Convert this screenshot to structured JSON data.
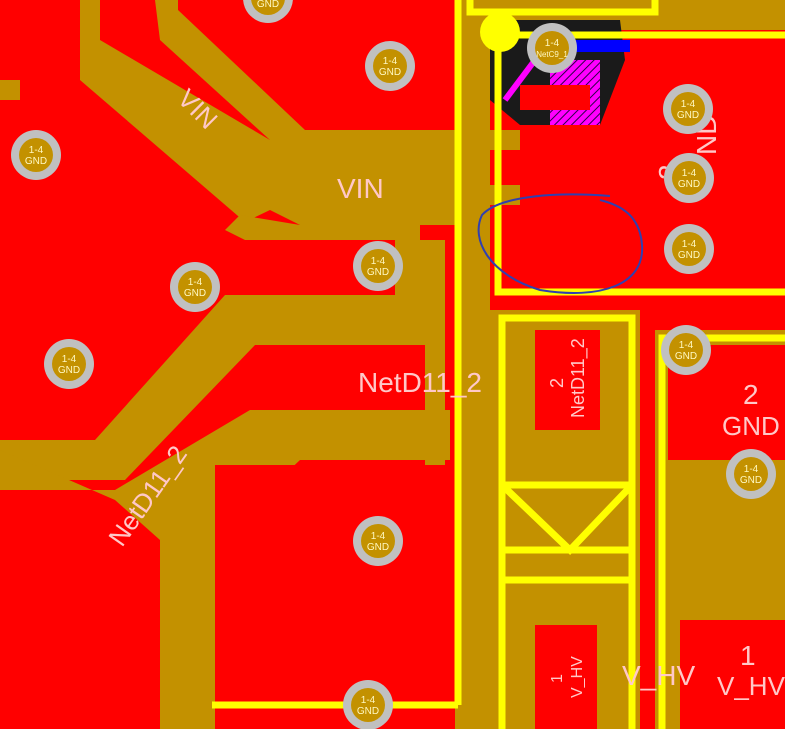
{
  "colors": {
    "background": "#000000",
    "copper_top": "#ff0000",
    "copper_trace": "#c39100",
    "silkscreen": "#ffff00",
    "via_ring": "#c0c0c0",
    "via_hole": "#c39100",
    "highlight_pink": "#ff00ff",
    "highlight_blue": "#0000ff",
    "annotation_circle": "#2b3aa8",
    "label_text": "#ffc8c8"
  },
  "nets": {
    "vin": "VIN",
    "netd11_2": "NetD11_2",
    "gnd": "GND",
    "v_hv": "V_HV",
    "netc9_1": "NetC9_1"
  },
  "labels": {
    "vin_diag": "VIN",
    "vin_horizontal": "VIN",
    "netd11_horizontal": "NetD11_2",
    "netd11_diag": "NetD11_2",
    "pad2_number": "2",
    "pad2_net": "NetD11_2",
    "gnd_pad_number": "2",
    "gnd_pad_net": "GND",
    "gnd_partial_right": "ND",
    "gnd_partial_num": "2",
    "vhv_pad_number": "1",
    "vhv_pad_net": "V_HV",
    "vhv_small_number": "1",
    "vhv_small_net": "V_HV",
    "vhv_middle": "V_HV"
  },
  "vias": [
    {
      "id": "via-1",
      "layers": "1-4",
      "net": "GND"
    },
    {
      "id": "via-2",
      "layers": "1-4",
      "net": "GND"
    },
    {
      "id": "via-3",
      "layers": "1-4",
      "net": "GND"
    },
    {
      "id": "via-4",
      "layers": "1-4",
      "net": "GND"
    },
    {
      "id": "via-5",
      "layers": "1-4",
      "net": "GND"
    },
    {
      "id": "via-6",
      "layers": "1-4",
      "net": "GND"
    },
    {
      "id": "via-7",
      "layers": "1-4",
      "net": "GND"
    },
    {
      "id": "via-8",
      "layers": "1-4",
      "net": "GND"
    },
    {
      "id": "via-9",
      "layers": "1-4",
      "net": "GND"
    },
    {
      "id": "via-10",
      "layers": "1-4",
      "net": "GND"
    },
    {
      "id": "via-11",
      "layers": "1-4",
      "net": "GND"
    },
    {
      "id": "via-12",
      "layers": "1-4",
      "net": "GND"
    },
    {
      "id": "via-13",
      "layers": "1-4",
      "net": "GND"
    },
    {
      "id": "via-14",
      "layers": "1-4",
      "net": "NetC9_1"
    }
  ]
}
